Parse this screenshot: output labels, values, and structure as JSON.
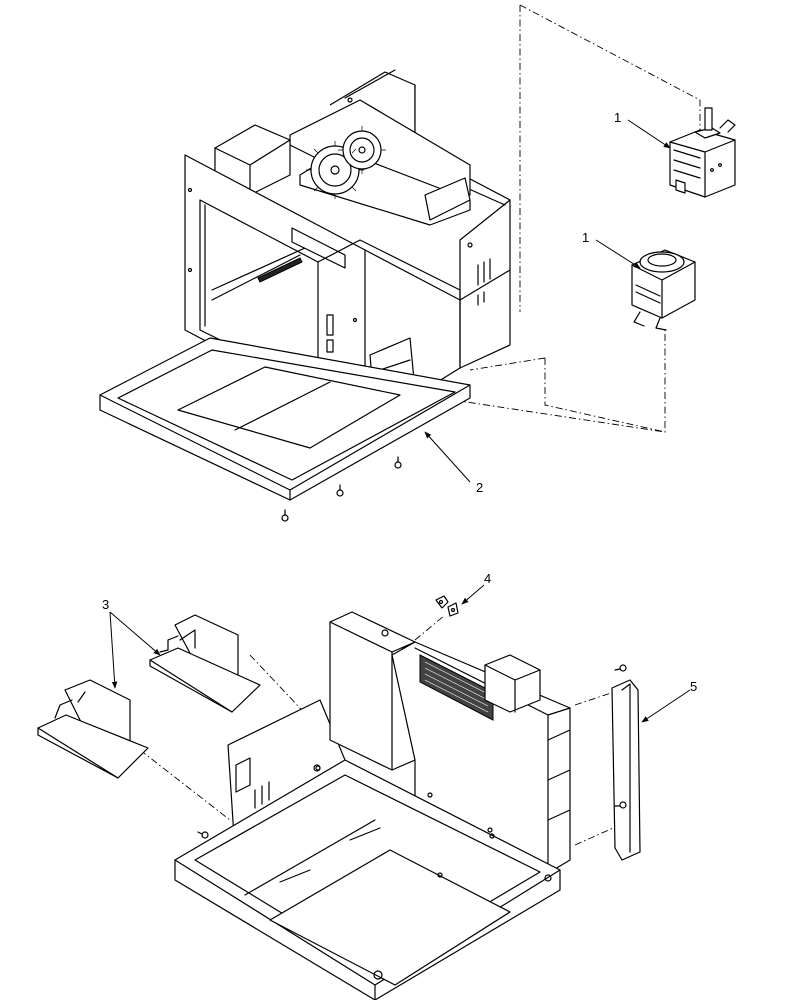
{
  "callouts": [
    {
      "id": "magnetron-upper",
      "label": "1"
    },
    {
      "id": "magnetron-lower",
      "label": "1"
    },
    {
      "id": "base-pan",
      "label": "2"
    },
    {
      "id": "waveguide-covers",
      "label": "3"
    },
    {
      "id": "clip",
      "label": "4"
    },
    {
      "id": "side-bracket",
      "label": "5"
    }
  ],
  "colors": {
    "line": "#000000",
    "background": "#ffffff",
    "fill_dark": "#222222"
  }
}
